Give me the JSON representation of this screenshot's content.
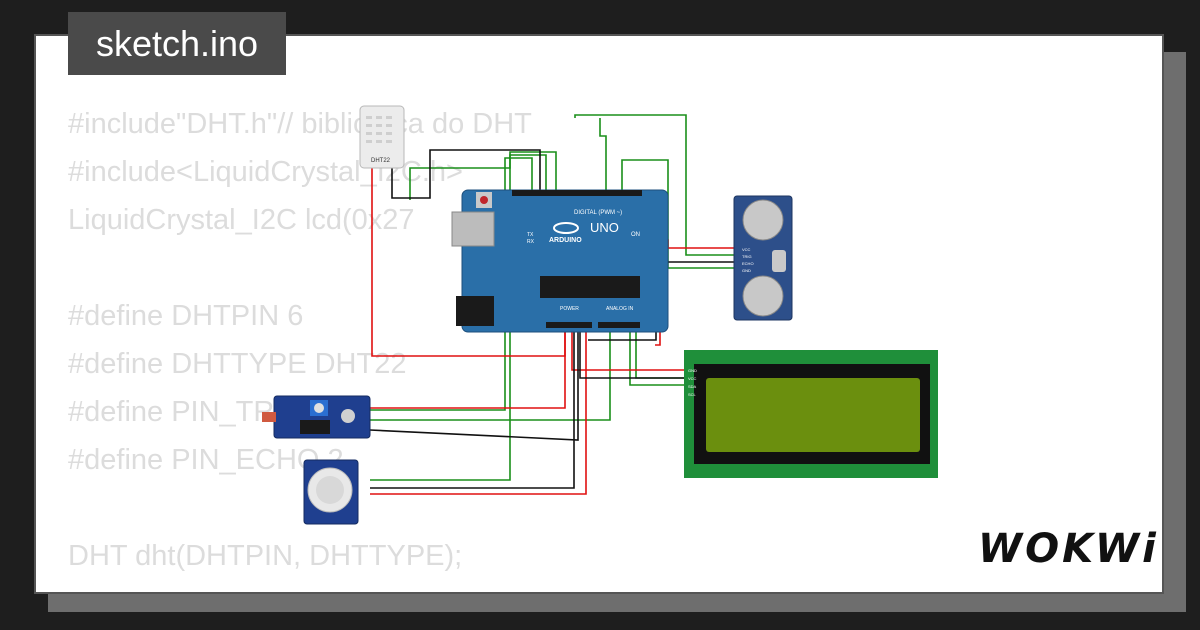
{
  "title": "sketch.ino",
  "code_lines": [
    "#include\"DHT.h\"// biblioteca do DHT",
    "#include<LiquidCrystal_I2C.h>",
    "LiquidCrystal_I2C lcd(0x27",
    "",
    "#define DHTPIN 6",
    "#define DHTTYPE DHT22",
    "#define PIN_TRIG",
    "#define PIN_ECHO 2",
    "",
    "DHT dht(DHTPIN, DHTTYPE);"
  ],
  "components": {
    "dht_label": "DHT22",
    "arduino_label": "ARDUINO",
    "uno_label": "UNO",
    "digital_label": "DIGITAL (PWM ~)",
    "analog_label": "ANALOG IN",
    "power_label": "POWER",
    "on_label": "ON",
    "tx_label": "TX",
    "rx_label": "RX",
    "ultrasonic_pins": [
      "VCC",
      "TRIG",
      "ECHO",
      "GND"
    ],
    "lcd_pins": [
      "GND",
      "VCC",
      "SDA",
      "SCL"
    ]
  },
  "colors": {
    "wire_red": "#e01010",
    "wire_black": "#111111",
    "wire_green": "#1a8f1a",
    "arduino_blue": "#2a6fa8",
    "lcd_green": "#1f8f3a",
    "lcd_screen": "#6b8f0e"
  },
  "logo": "WOKWi"
}
